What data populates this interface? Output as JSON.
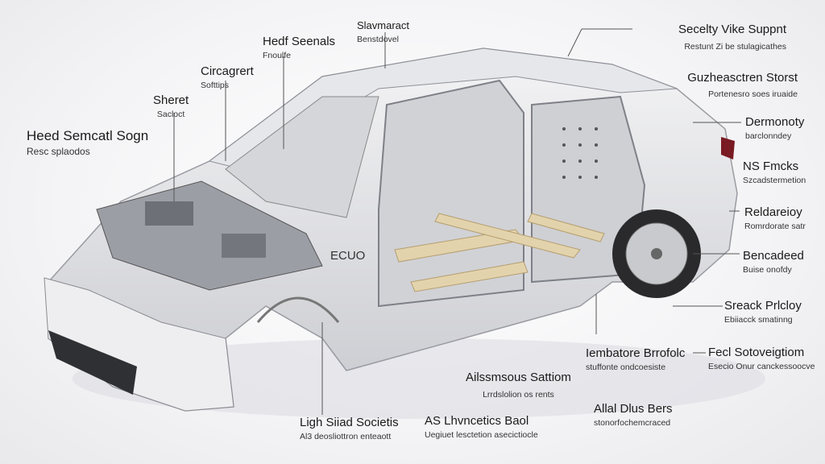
{
  "car_badge": "ECUO",
  "labels": [
    {
      "title": "Heed Semcatl Sogn",
      "sub": "Resc splaodos"
    },
    {
      "title": "Sheret",
      "sub": "Sacloct"
    },
    {
      "title": "Circagrert",
      "sub": "Softtips"
    },
    {
      "title": "Hedf Seenals",
      "sub": "Fnoulfe"
    },
    {
      "title": "Slavmaract",
      "sub": "Benstdovel"
    },
    {
      "title": "Secelty Vike Suppnt",
      "sub": "Restunt Zi be stulagicathes"
    },
    {
      "title": "Guzheasctren Storst",
      "sub": "Portenesro soes iruaide"
    },
    {
      "title": "Dermonoty",
      "sub": "barclonndey"
    },
    {
      "title": "NS Fmcks",
      "sub": "Szcadstermetion"
    },
    {
      "title": "Reldareioy",
      "sub": "Romrdorate satr"
    },
    {
      "title": "Bencadeed",
      "sub": "Buise onofdy"
    },
    {
      "title": "Sreack Prlcloy",
      "sub": "Ebiiacck smatinng"
    },
    {
      "title": "Fecl Sotoveigtiom",
      "sub": "Esecio Onur canckessoocve"
    },
    {
      "title": "Iembatore Brrofolc",
      "sub": "stuffonte ondcoesiste"
    },
    {
      "title": "Ailssmsous Sattiom",
      "sub": "Lrrdslolion os rents"
    },
    {
      "title": "Allal Dlus Bers",
      "sub": "stonorfochemcraced"
    },
    {
      "title": "Ligh Siiad Societis",
      "sub": "Al3 deosliottron enteaott"
    },
    {
      "title": "AS Lhvncetics Baol",
      "sub": "Uegiuet lesctetion asecictiocle"
    }
  ]
}
